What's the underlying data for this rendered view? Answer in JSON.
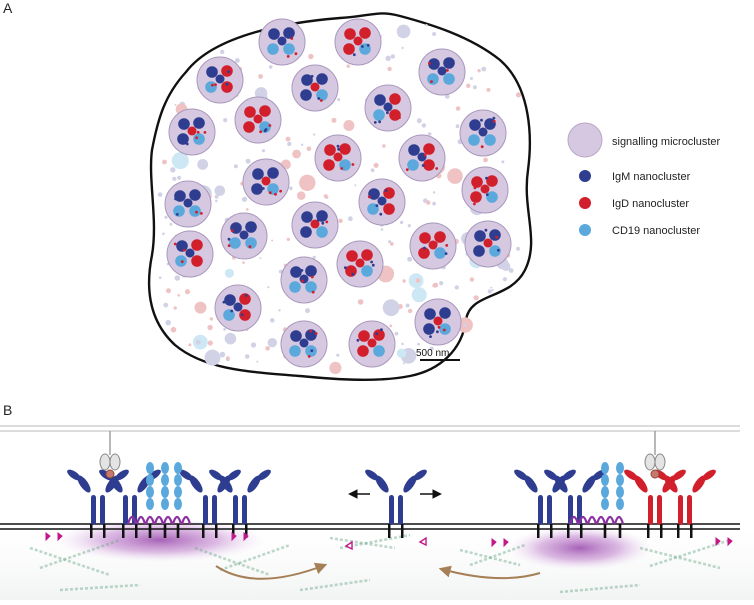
{
  "panel_a": {
    "label": "A",
    "scale_bar": "500 nm",
    "legend": [
      {
        "key": "micro",
        "label": "signalling microcluster",
        "color": "#d6c8e0",
        "stroke": "#b8a6c8"
      },
      {
        "key": "igm",
        "label": "IgM nanocluster",
        "color": "#2e3d8f"
      },
      {
        "key": "igd",
        "label": "IgD nanocluster",
        "color": "#d11f2c"
      },
      {
        "key": "cd19",
        "label": "CD19 nanocluster",
        "color": "#5aa8dc"
      }
    ]
  },
  "panel_b": {
    "label": "B"
  },
  "colors": {
    "cell_outline": "#111111",
    "igm": "#2e3d8f",
    "igd": "#d11f2c",
    "cd19": "#5aa8dc",
    "micro_fill": "#d6c8e0",
    "micro_stroke": "#a898bc",
    "pink_dot": "#efc3c3",
    "lavender_dot": "#d2d2e6",
    "lightblue_dot": "#cde7f4",
    "purple_glow": "#9b3fae",
    "magenta": "#c2188a",
    "actin": "#6fa88a",
    "arrow_brown": "#a57f55"
  }
}
